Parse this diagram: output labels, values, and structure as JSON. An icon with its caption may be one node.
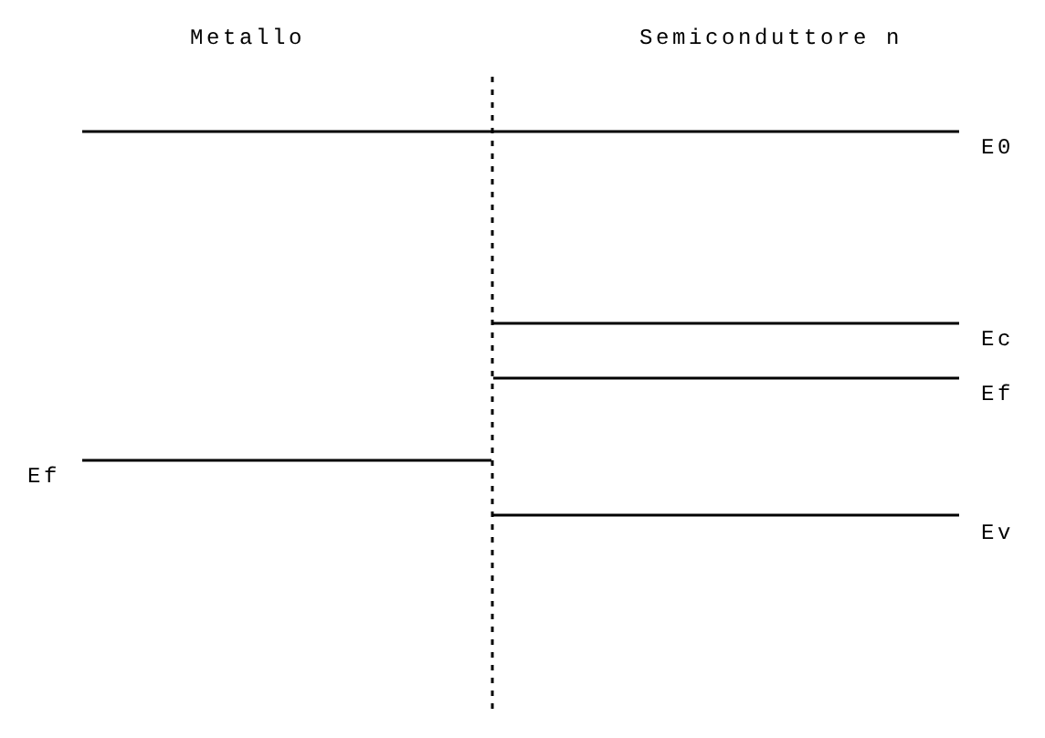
{
  "diagram": {
    "labels": [
      "Metallo",
      "Semiconduttore n",
      "E0",
      "Ec",
      "Ef",
      "Ef",
      "Ev"
    ]
  }
}
